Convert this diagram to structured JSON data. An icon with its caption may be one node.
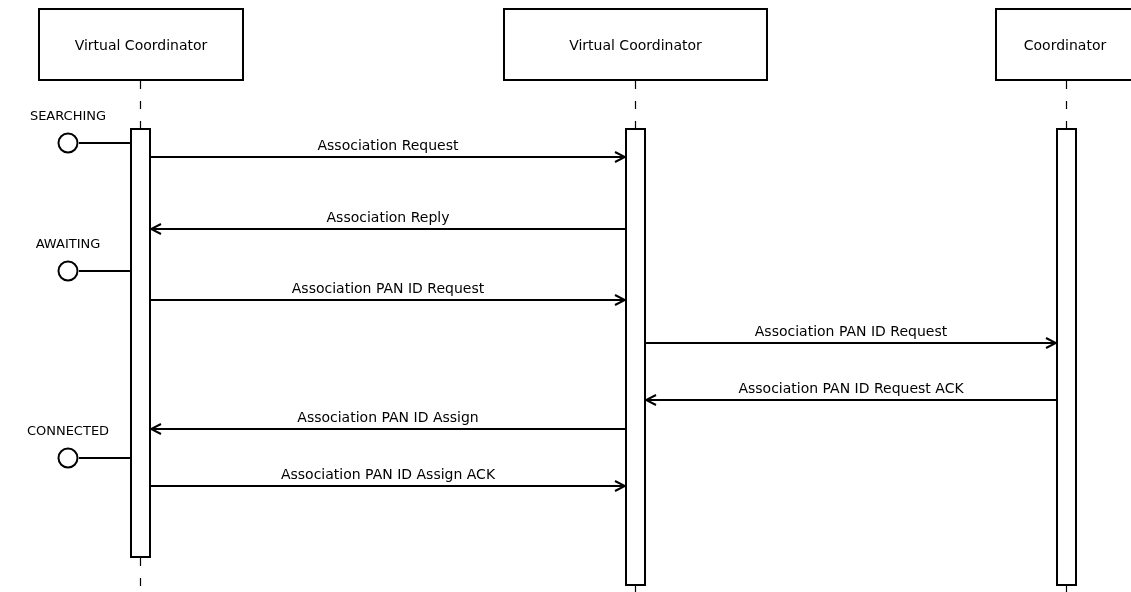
{
  "diagram": {
    "nodes": [
      {
        "text": [
          "Virtual Coordinator"
        ]
      },
      {
        "text": [
          "Virtual Coordinator"
        ]
      },
      {
        "text": [
          "Coordinator"
        ]
      },
      {
        "text": [],
        "shape": "bar"
      },
      {
        "text": [],
        "shape": "bar"
      },
      {
        "text": [],
        "shape": "bar"
      },
      {
        "text": [
          "SEARCHING"
        ]
      },
      {
        "text": [
          "AWAITING"
        ]
      },
      {
        "text": [
          "CONNECTED"
        ]
      }
    ],
    "edges": [
      {
        "from": 0,
        "to": 3,
        "arrow": "none",
        "style": "dashed"
      },
      {
        "from": 1,
        "to": 4,
        "arrow": "none",
        "style": "dashed"
      },
      {
        "from": 2,
        "to": 5,
        "arrow": "none",
        "style": "dashed"
      },
      {
        "from": 3,
        "to": null,
        "arrow": "none",
        "style": "dashed"
      },
      {
        "from": 4,
        "to": null,
        "arrow": "none",
        "style": "dashed"
      },
      {
        "from": 5,
        "to": null,
        "arrow": "none",
        "style": "dashed"
      },
      {
        "from": 6,
        "to": 3,
        "arrow": "none"
      },
      {
        "from": 7,
        "to": 3,
        "arrow": "none"
      },
      {
        "from": 8,
        "to": 3,
        "arrow": "none"
      },
      {
        "from": 3,
        "to": 4,
        "arrow": "to",
        "label": "Association Request"
      },
      {
        "from": 4,
        "to": 3,
        "arrow": "to",
        "label": "Association Reply"
      },
      {
        "from": 3,
        "to": 4,
        "arrow": "to",
        "label": "Association PAN ID Request"
      },
      {
        "from": 4,
        "to": 5,
        "arrow": "to",
        "label": "Association PAN ID Request"
      },
      {
        "from": 5,
        "to": 4,
        "arrow": "to",
        "label": "Association PAN ID Request ACK"
      },
      {
        "from": 4,
        "to": 3,
        "arrow": "to",
        "label": "Association PAN ID Assign"
      },
      {
        "from": 3,
        "to": 4,
        "arrow": "to",
        "label": "Association PAN ID Assign ACK"
      }
    ]
  }
}
